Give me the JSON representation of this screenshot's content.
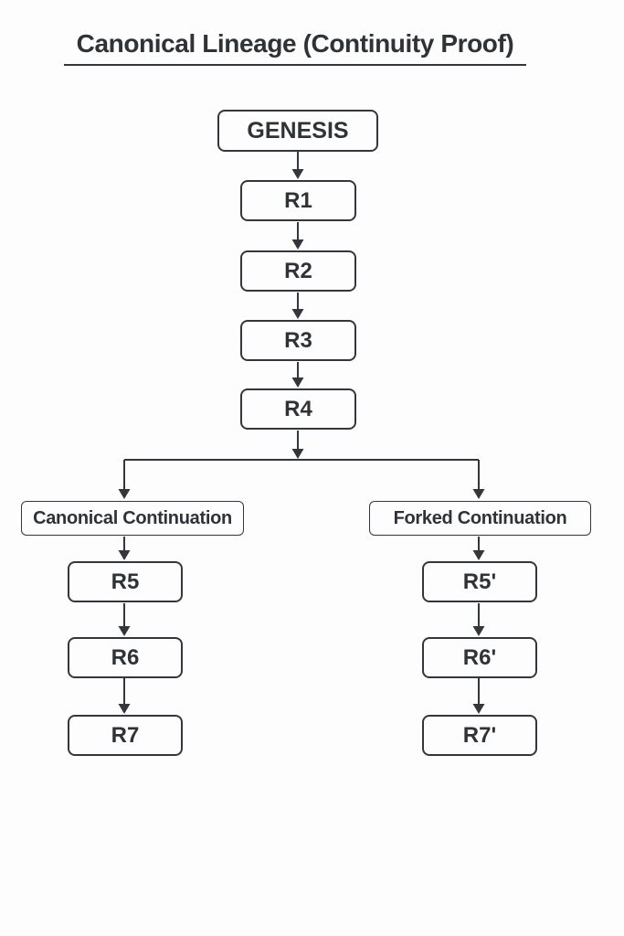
{
  "title": {
    "text": "Canonical Lineage (Continuity Proof)"
  },
  "diagram": {
    "root": {
      "label": "GENESIS"
    },
    "chain": [
      {
        "label": "R1"
      },
      {
        "label": "R2"
      },
      {
        "label": "R3"
      },
      {
        "label": "R4"
      }
    ],
    "branches": [
      {
        "label": "Canonical Continuation",
        "nodes": [
          {
            "label": "R5"
          },
          {
            "label": "R6"
          },
          {
            "label": "R7"
          }
        ]
      },
      {
        "label": "Forked Continuation",
        "nodes": [
          {
            "label": "R5'"
          },
          {
            "label": "R6'"
          },
          {
            "label": "R7'"
          }
        ]
      }
    ]
  },
  "colors": {
    "line": "#33373c",
    "text": "#2f3337",
    "node_fill": "#fdfdfd",
    "background": "#fdfdfd"
  }
}
